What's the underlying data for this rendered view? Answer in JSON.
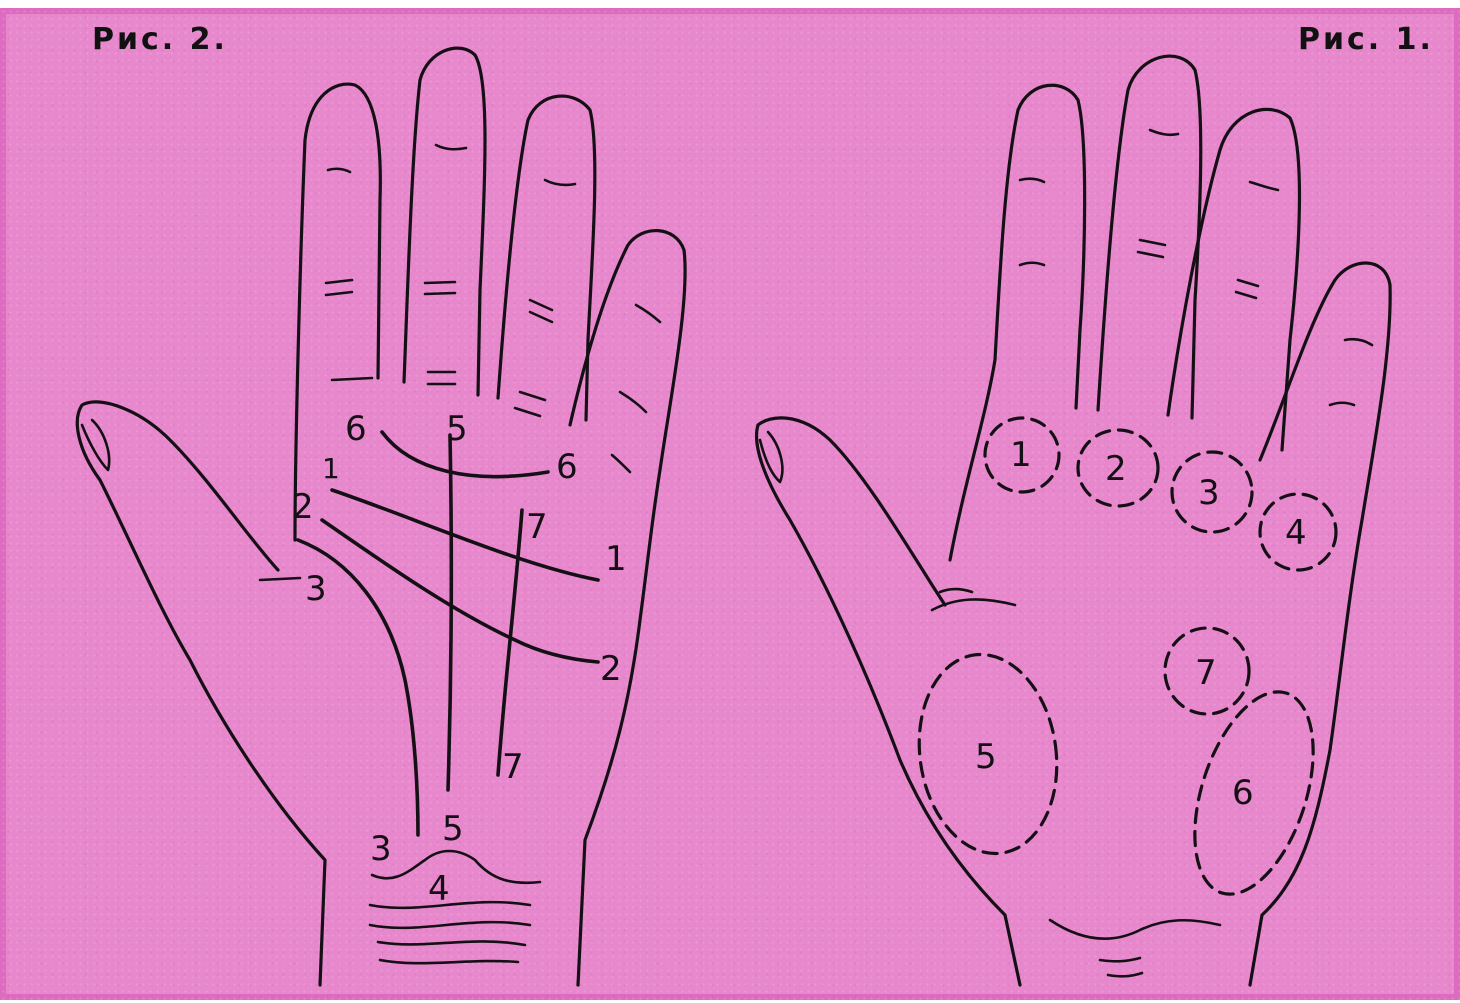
{
  "figure_left": {
    "caption": "Рис. 2.",
    "line_labels": {
      "l1_start": "1",
      "l1_end": "1",
      "l2_start": "2",
      "l2_end": "2",
      "l3_start": "3",
      "l3_end": "3",
      "l4": "4",
      "l5_start": "5",
      "l5_end": "5",
      "l6_start": "6",
      "l6_end": "6",
      "l7_start": "7",
      "l7_end": "7"
    }
  },
  "figure_right": {
    "caption": "Рис. 1.",
    "zone_labels": {
      "z1": "1",
      "z2": "2",
      "z3": "3",
      "z4": "4",
      "z5": "5",
      "z6": "6",
      "z7": "7"
    }
  },
  "colors": {
    "background": "#e787cc",
    "ink": "#151015"
  }
}
